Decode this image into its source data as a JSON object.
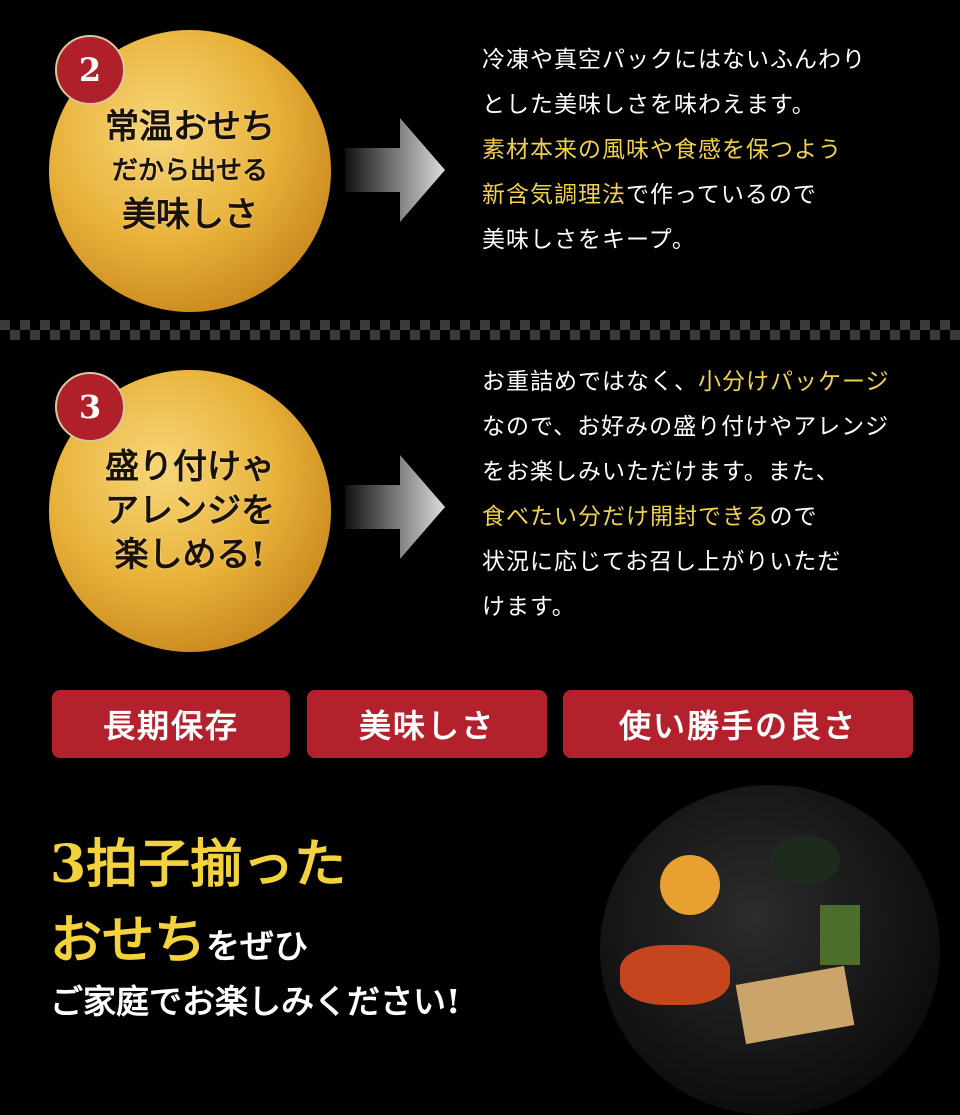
{
  "sections": [
    {
      "badge": "2",
      "circle_lines": [
        "常温おせち",
        "だから出せる",
        "美味しさ"
      ],
      "desc": [
        [
          {
            "t": "冷凍や真空パックにはないふんわり"
          }
        ],
        [
          {
            "t": "とした美味しさを味わえます。"
          }
        ],
        [
          {
            "t": "素材本来の風味や食感を保つよう",
            "h": true
          }
        ],
        [
          {
            "t": "新含気調理法",
            "h": true
          },
          {
            "t": "で作っているので"
          }
        ],
        [
          {
            "t": "美味しさをキープ。"
          }
        ]
      ]
    },
    {
      "badge": "3",
      "circle_lines": [
        "盛り付けゃ",
        "アレンジを",
        "楽しめる!"
      ],
      "desc": [
        [
          {
            "t": "お重詰めではなく、"
          },
          {
            "t": "小分けパッケージ",
            "h": true
          }
        ],
        [
          {
            "t": "なので、お好みの盛り付けやアレンジ"
          }
        ],
        [
          {
            "t": "をお楽しみいただけます。また、"
          }
        ],
        [
          {
            "t": "食べたい分だけ開封できる",
            "h": true
          },
          {
            "t": "ので"
          }
        ],
        [
          {
            "t": "状況に応じてお召し上がりいただ"
          }
        ],
        [
          {
            "t": "けます。"
          }
        ]
      ]
    }
  ],
  "pills": [
    "長期保存",
    "美味しさ",
    "使い勝手の良さ"
  ],
  "closing": {
    "line1": "3拍子揃った",
    "line2_gold": "おせち",
    "line2_rest": "をぜひ",
    "line3": "ご家庭でお楽しみください!"
  },
  "colors": {
    "highlight": "#f0d34a",
    "red": "#b3222c"
  }
}
